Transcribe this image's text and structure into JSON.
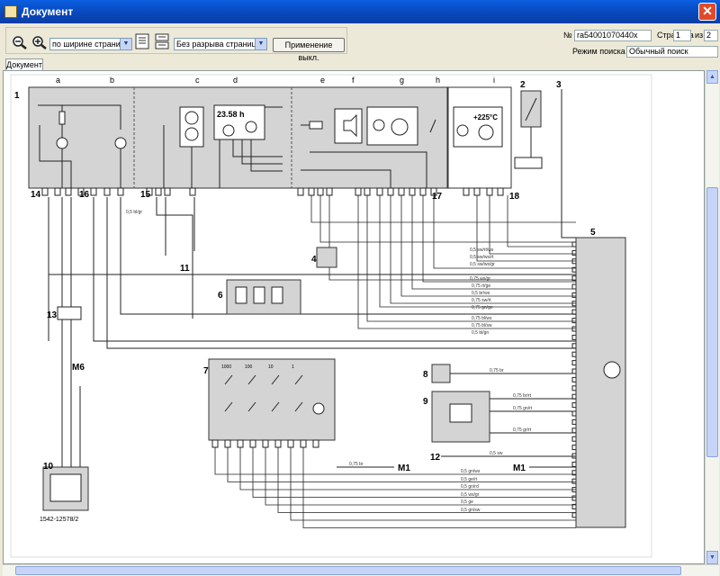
{
  "window": {
    "title": "Документ"
  },
  "toolbar": {
    "zoom_options_value": "по ширине страницы",
    "page_mode_value": "Без разрыва страниц",
    "apply_button": "Применение выкл."
  },
  "info": {
    "number_label": "№",
    "number_value": "ra54001070440x",
    "page_label": "Страница",
    "page_value": "1",
    "of_label": "из",
    "of_value": "2",
    "search_mode_label": "Режим поиска",
    "search_mode_value": "Обычный поиск"
  },
  "tabs": [
    {
      "label": "Документ"
    }
  ],
  "diagram": {
    "columns": [
      "a",
      "b",
      "c",
      "d",
      "e",
      "f",
      "g",
      "h",
      "i"
    ],
    "component_numbers": [
      "1",
      "2",
      "3",
      "4",
      "5",
      "6",
      "7",
      "8",
      "9",
      "10",
      "11",
      "12",
      "13",
      "14",
      "15",
      "16",
      "17",
      "18"
    ],
    "display_text": "23.58 h",
    "temp_text": "+225°C",
    "ground_labels": [
      "M1",
      "M1",
      "M6"
    ],
    "part_code": "1542-12578/2",
    "switch_labels": [
      "1000",
      "100",
      "10",
      "1"
    ],
    "wire_labels": [
      "0,5 bl/gr",
      "0,5 sw/rt/ws",
      "0,5 sw/ws/rt",
      "0,5 sw/ws/gr",
      "0,75 ws/gr",
      "0,75 rt/ge",
      "0,5 br/ws",
      "0,75 sw/rt",
      "0,75 gn/ge",
      "0,75 bl/ws",
      "0,75 bl/sw",
      "0,5 bl/gn",
      "0,75 br",
      "0,75 br/rt",
      "0,75 gn/rt",
      "0,75 gr/rt",
      "0,5 sw",
      "0,75 br",
      "0,5 gn/ws",
      "0,5 ge/rt",
      "0,5 gn/rd",
      "0,5 ws/gr",
      "0,5 ge",
      "0,5 gn/sw"
    ]
  }
}
